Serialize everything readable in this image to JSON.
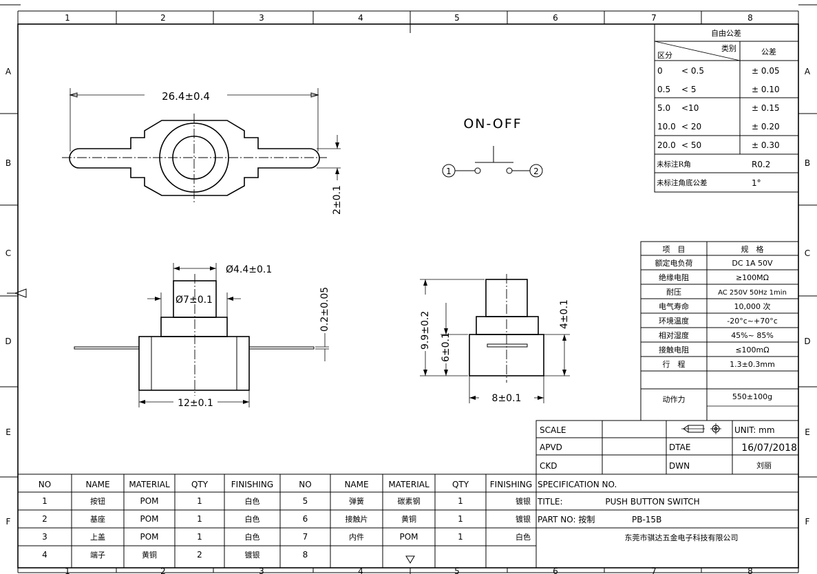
{
  "frame": {
    "columns": [
      "1",
      "2",
      "3",
      "4",
      "5",
      "6",
      "7",
      "8"
    ],
    "rows": [
      "A",
      "B",
      "C",
      "D",
      "E",
      "F"
    ]
  },
  "top_view": {
    "dim_width": "26.4±0.4",
    "dim_terminal": "2±0.1"
  },
  "side_view": {
    "dim_cap": "Ø4.4±0.1",
    "dim_body": "Ø7±0.1",
    "dim_base": "12±0.1",
    "dim_terminal": "0.2±0.05"
  },
  "section_view": {
    "dim_total": "9.9±0.2",
    "dim_lower": "6±0.1",
    "dim_upper": "4±0.1",
    "dim_base": "8±0.1"
  },
  "schematic": {
    "title": "ON-OFF",
    "pin1": "1",
    "pin2": "2"
  },
  "tolerance_table": {
    "title": "自由公差",
    "hdr_category": "类别",
    "hdr_range": "区分",
    "hdr_tolerance": "公差",
    "rows": [
      {
        "from": "0",
        "to": "< 0.5",
        "tol": "± 0.05"
      },
      {
        "from": "0.5",
        "to": "< 5",
        "tol": "± 0.10"
      },
      {
        "from": "5.0",
        "to": "<10",
        "tol": "± 0.15"
      },
      {
        "from": "10.0",
        "to": "< 20",
        "tol": "± 0.20"
      },
      {
        "from": "20.0",
        "to": "< 50",
        "tol": "± 0.30"
      }
    ],
    "radius_label": "未标注R角",
    "radius_value": "R0.2",
    "angle_label": "未标注角底公差",
    "angle_value": "1°"
  },
  "spec_table": {
    "hdr_item": "项　目",
    "hdr_spec": "规　格",
    "rows": [
      {
        "item": "额定电负荷",
        "value": "DC 1A 50V"
      },
      {
        "item": "绝缘电阻",
        "value": "≥100MΩ"
      },
      {
        "item": "耐压",
        "value": "AC 250V 50Hz 1min"
      },
      {
        "item": "电气寿命",
        "value": "10,000 次"
      },
      {
        "item": "环境温度",
        "value": "-20°c~+70°c"
      },
      {
        "item": "相对湿度",
        "value": "45%~ 85%"
      },
      {
        "item": "接触电阻",
        "value": "≤100mΩ"
      },
      {
        "item": "行　程",
        "value": "1.3±0.3mm"
      },
      {
        "item": "动作力",
        "value": "550±100g"
      }
    ]
  },
  "title_block": {
    "scale_label": "SCALE",
    "unit": "UNIT: mm",
    "apvd_label": "APVD",
    "date_label": "DTAE",
    "date_value": "16/07/2018",
    "ckd_label": "CKD",
    "dwn_label": "DWN",
    "dwn_value": "刘丽",
    "spec_label": "SPECIFICATION NO.",
    "title_label": "TITLE:",
    "title_value": "PUSH BUTTON SWITCH",
    "part_label": "PART NO: 按制",
    "part_value": "PB-15B",
    "company": "东莞市骐达五金电子科技有限公司"
  },
  "bom": {
    "headers": [
      "NO",
      "NAME",
      "MATERIAL",
      "QTY",
      "FINISHING",
      "NO",
      "NAME",
      "MATERIAL",
      "QTY",
      "FINISHING"
    ],
    "rows": [
      [
        "1",
        "按钮",
        "POM",
        "1",
        "白色",
        "5",
        "弹簧",
        "碳素钢",
        "1",
        "镀银"
      ],
      [
        "2",
        "基座",
        "POM",
        "1",
        "白色",
        "6",
        "接触片",
        "黄铜",
        "1",
        "镀银"
      ],
      [
        "3",
        "上盖",
        "POM",
        "1",
        "白色",
        "7",
        "内件",
        "POM",
        "1",
        "白色"
      ],
      [
        "4",
        "端子",
        "黄铜",
        "2",
        "镀银",
        "8",
        "",
        "",
        "",
        ""
      ]
    ]
  }
}
